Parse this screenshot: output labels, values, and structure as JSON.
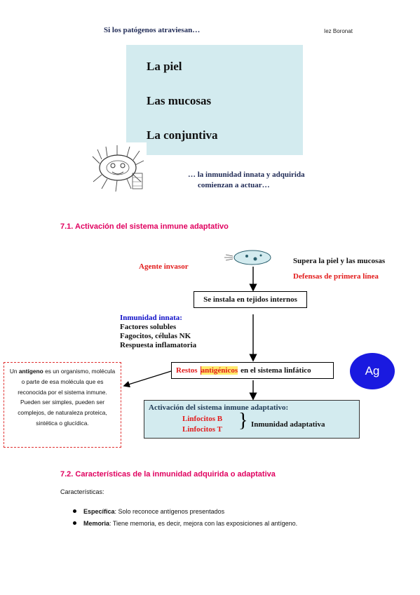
{
  "header": {
    "left": "Si los patógenos atraviesan…",
    "right": "Iez Boronat"
  },
  "barriers": [
    "La piel",
    "Las mucosas",
    "La conjuntiva"
  ],
  "innata_text": {
    "line1": "… la inmunidad innata y adquirida",
    "line2": "comienzan a actuar…"
  },
  "section1_title": "7.1. Activación del sistema inmune adaptativo",
  "diagram": {
    "agente": "Agente invasor",
    "supera": "Supera la piel y las mucosas",
    "defensas": "Defensas de primera línea",
    "tejidos": "Se instala en tejidos internos",
    "innata_title": "Inmunidad innata:",
    "innata_items": [
      "Factores solubles",
      "Fagocitos, células NK",
      "Respuesta inflamatoria"
    ],
    "restos_a": "Restos",
    "restos_b": "antigénicos",
    "restos_c": "en el sistema linfático",
    "ag": "Ag",
    "activacion_title": "Activación del sistema inmune adaptativo:",
    "linfocitos_b": "Linfocitos B",
    "linfocitos_t": "Linfocitos T",
    "adaptativa": "Inmunidad adaptativa"
  },
  "antigeno_note": {
    "pre": "Un ",
    "term": "antígeno",
    "post": " es un organismo, molécula o parte de esa molécula que es reconocida por el sistema inmune. Pueden ser simples, pueden ser complejos, de naturaleza proteica, sintética o glucídica."
  },
  "section2_title": "7.2. Características de la inmunidad adquirida o adaptativa",
  "caracteristicas_label": "Características:",
  "bullets": [
    {
      "term": "Específica",
      "text": ": Solo reconoce antígenos presentados"
    },
    {
      "term": "Memoria",
      "text": ": Tiene memoria, es decir, mejora con las exposiciones al antígeno."
    }
  ],
  "colors": {
    "teal": "#d3ebef",
    "magenta": "#e0005f",
    "red": "#e21b1b",
    "blue": "#1a1ae0",
    "highlight": "#ffe96b"
  }
}
